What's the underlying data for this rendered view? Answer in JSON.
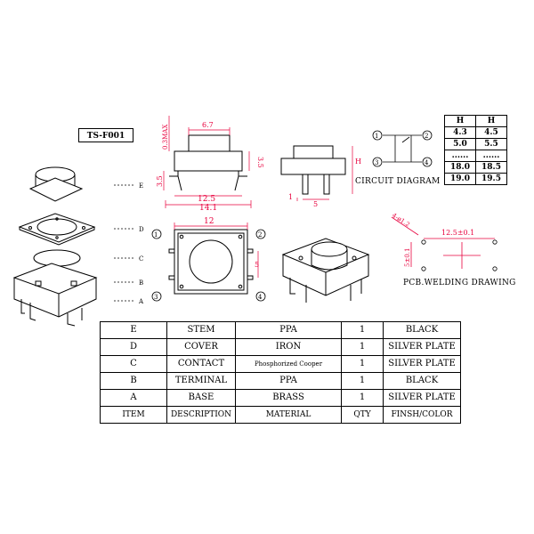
{
  "model": "TS-F001",
  "dimensions": {
    "top_width": "6.7",
    "max_height": "0.3MAX",
    "right_height": "3.5",
    "left_height": "3.5",
    "pin_span": "12.5",
    "body_width": "14.1",
    "square_width": "12",
    "pin_pitch": "5",
    "side_h": "H",
    "side_1": "1",
    "side_5": "5"
  },
  "pin_labels": [
    "1",
    "2",
    "3",
    "4"
  ],
  "part_letters": [
    "E",
    "D",
    "C",
    "B",
    "A"
  ],
  "circuit": {
    "label": "CIRCUIT DIAGRAM",
    "nodes": [
      "1",
      "2",
      "3",
      "4"
    ]
  },
  "height_table": {
    "headers": [
      "H",
      "H"
    ],
    "rows": [
      [
        "4.3",
        "4.5"
      ],
      [
        "5.0",
        "5.5"
      ],
      [
        "......",
        "......"
      ],
      [
        "18.0",
        "18.5"
      ],
      [
        "19.0",
        "19.5"
      ]
    ]
  },
  "pcb": {
    "label": "PCB.WELDING DRAWING",
    "hole_dim": "4-ø1.2",
    "h_spacing": "12.5±0.1",
    "v_spacing": "5±0.1"
  },
  "bom": {
    "rows": [
      {
        "item": "E",
        "description": "STEM",
        "material": "PPA",
        "qty": "1",
        "finish": "BLACK"
      },
      {
        "item": "D",
        "description": "COVER",
        "material": "IRON",
        "qty": "1",
        "finish": "SILVER PLATE"
      },
      {
        "item": "C",
        "description": "CONTACT",
        "material": "Phosphorized Cooper",
        "qty": "1",
        "finish": "SILVER PLATE"
      },
      {
        "item": "B",
        "description": "TERMINAL",
        "material": "PPA",
        "qty": "1",
        "finish": "BLACK"
      },
      {
        "item": "A",
        "description": "BASE",
        "material": "BRASS",
        "qty": "1",
        "finish": "SILVER PLATE"
      }
    ],
    "header": {
      "item": "ITEM",
      "description": "DESCRIPTION",
      "material": "MATERIAL",
      "qty": "QTY",
      "finish": "FINSH/COLOR"
    }
  },
  "colors": {
    "dimension": "#e8003d",
    "line": "#000000"
  }
}
